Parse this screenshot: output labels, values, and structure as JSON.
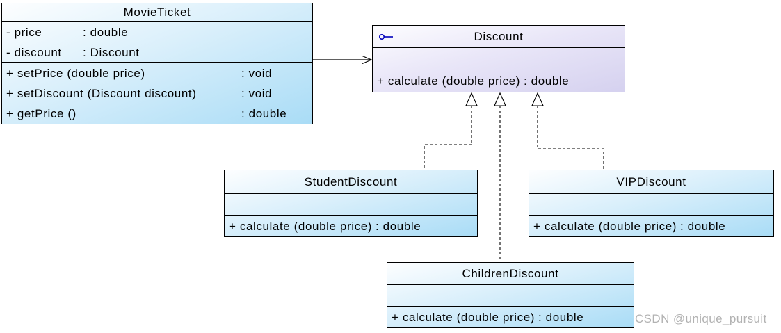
{
  "diagram": {
    "watermark": "CSDN @unique_pursuit",
    "colors": {
      "class_grad_start": "#fdfeff",
      "class_grad_end": "#a9dcf6",
      "iface_grad_start": "#fdfdff",
      "iface_grad_end": "#d5d1ef",
      "border": "#000000",
      "icon_blue": "#0000bb",
      "watermark_gray": "#b2b2b2"
    },
    "classes": [
      {
        "name": "MovieTicket",
        "kind": "class",
        "attributes": [
          {
            "name": "- price",
            "type": ": double"
          },
          {
            "name": "- discount",
            "type": ": Discount"
          }
        ],
        "methods": [
          {
            "sig": "+ setPrice (double price)",
            "ret": ": void"
          },
          {
            "sig": "+ setDiscount (Discount discount)",
            "ret": ": void"
          },
          {
            "sig": "+ getPrice ()",
            "ret": ": double"
          }
        ]
      },
      {
        "name": "Discount",
        "kind": "interface",
        "attributes": [],
        "methods": [
          {
            "sig": "+ calculate (double price)",
            "ret": ": double"
          }
        ]
      },
      {
        "name": "StudentDiscount",
        "kind": "class",
        "attributes": [],
        "methods": [
          {
            "sig": "+ calculate (double price)",
            "ret": ": double"
          }
        ]
      },
      {
        "name": "VIPDiscount",
        "kind": "class",
        "attributes": [],
        "methods": [
          {
            "sig": "+ calculate (double price)",
            "ret": ": double"
          }
        ]
      },
      {
        "name": "ChildrenDiscount",
        "kind": "class",
        "attributes": [],
        "methods": [
          {
            "sig": "+ calculate (double price)",
            "ret": ": double"
          }
        ]
      }
    ],
    "relations": [
      {
        "type": "association",
        "from": "MovieTicket",
        "to": "Discount"
      },
      {
        "type": "realization",
        "from": "StudentDiscount",
        "to": "Discount"
      },
      {
        "type": "realization",
        "from": "ChildrenDiscount",
        "to": "Discount"
      },
      {
        "type": "realization",
        "from": "VIPDiscount",
        "to": "Discount"
      }
    ]
  }
}
